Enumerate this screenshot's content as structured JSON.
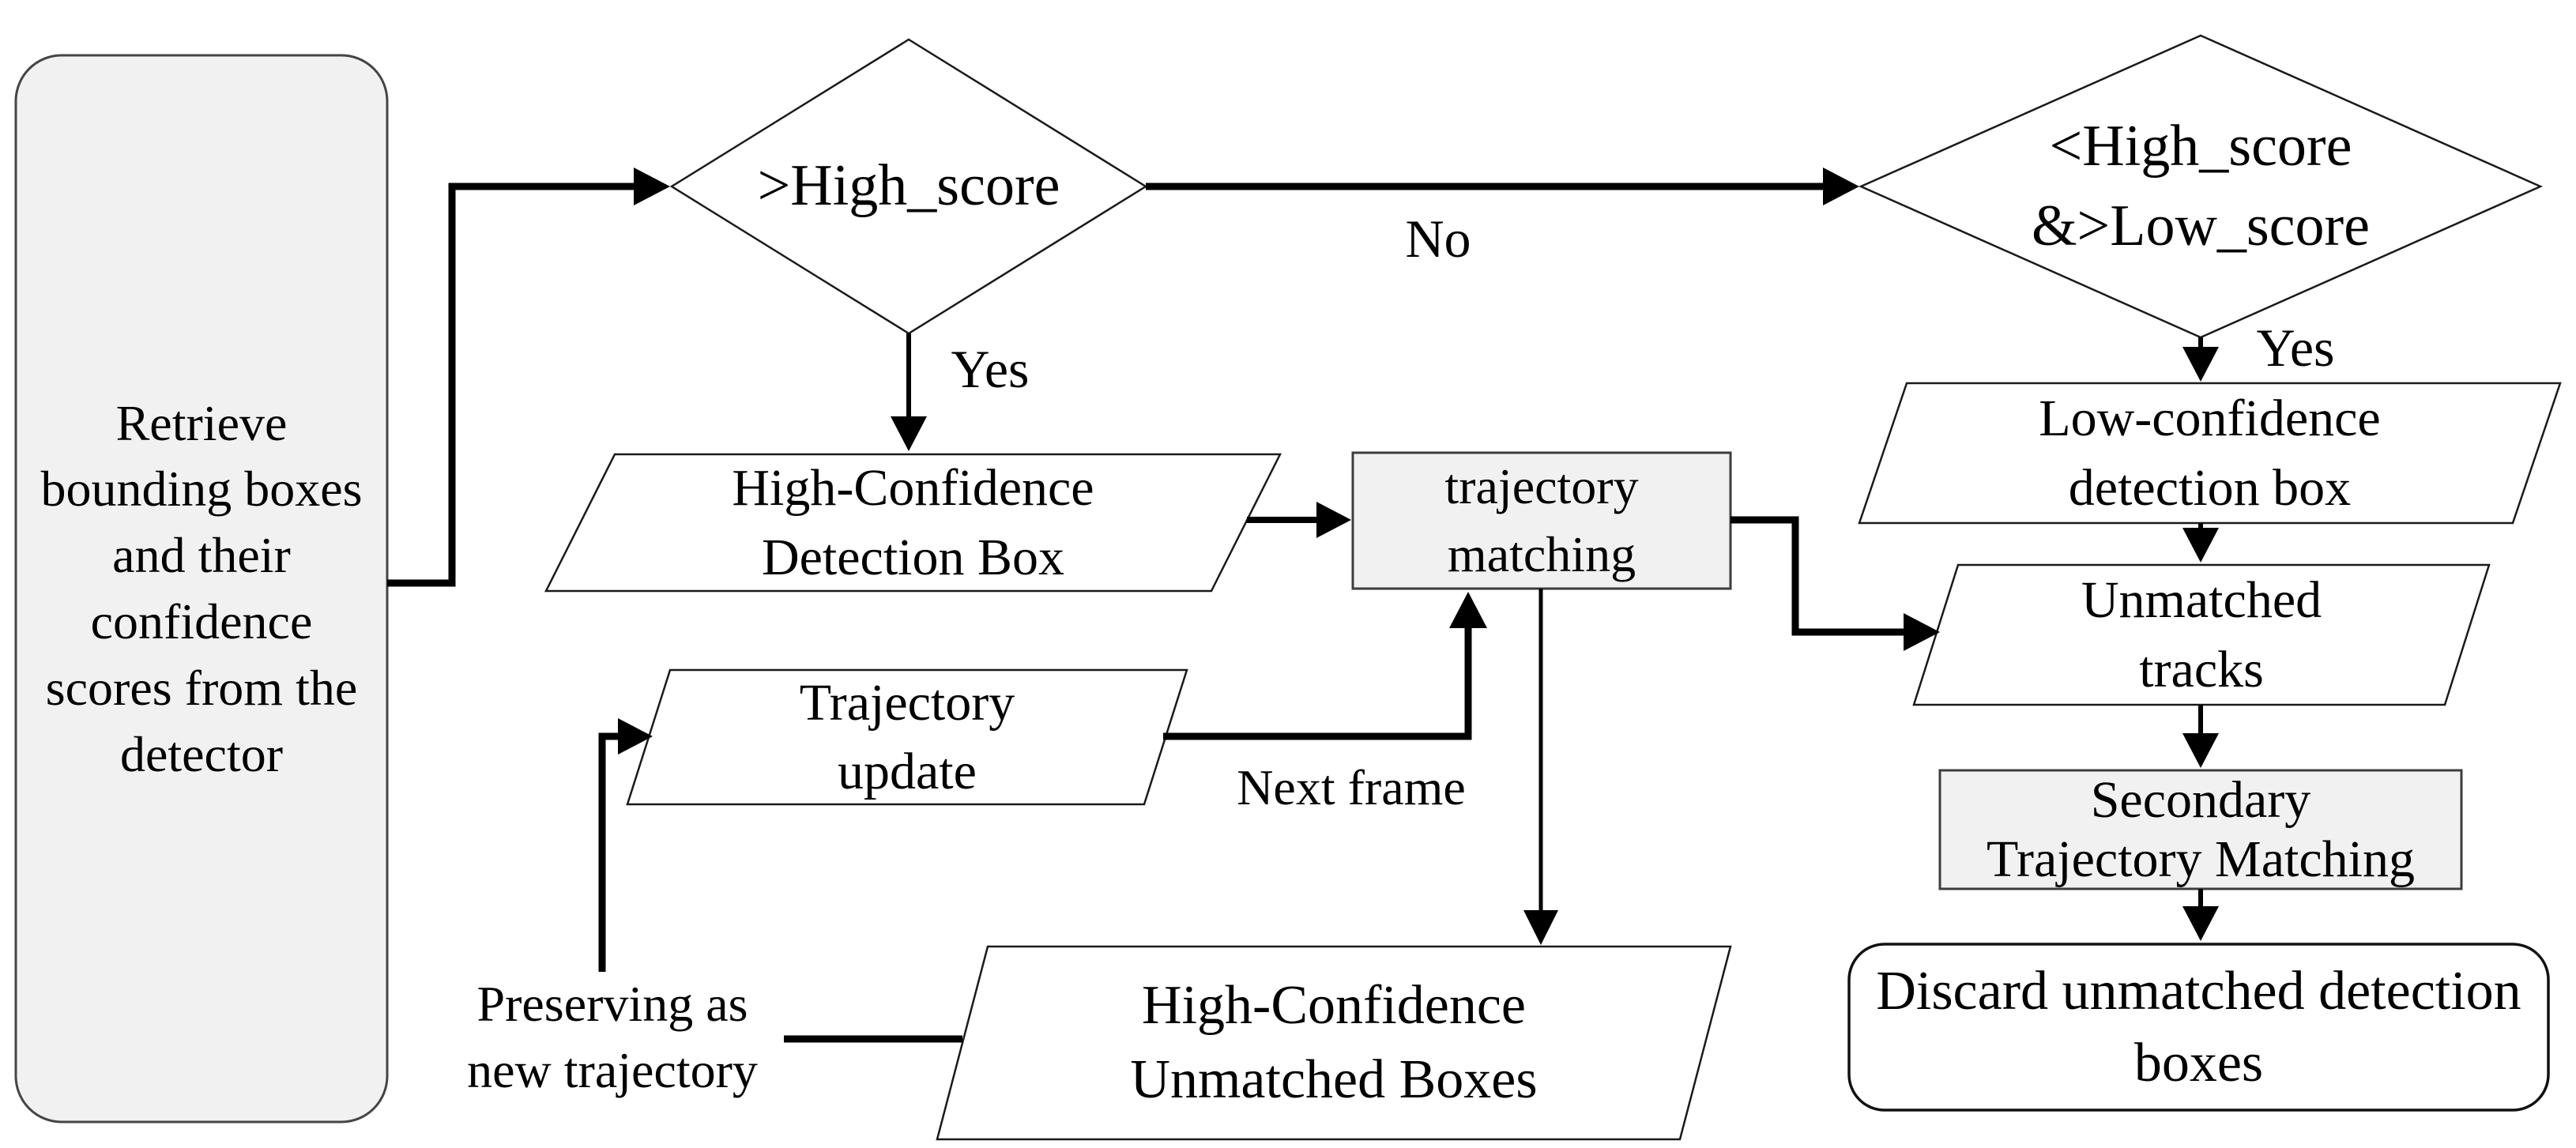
{
  "diagram": {
    "type": "flowchart",
    "colors": {
      "background": "#ffffff",
      "shape_fill": "#ffffff",
      "highlight_fill": "#f1f1f1",
      "stroke": "#000000",
      "process_border": "#3d3d3d"
    },
    "nodes": {
      "retrieve": {
        "shape": "rounded-rect",
        "label": "Retrieve\nbounding boxes\nand their\nconfidence\nscores from the\ndetector"
      },
      "high_score_decision": {
        "shape": "diamond",
        "label": ">High_score"
      },
      "low_score_decision": {
        "shape": "diamond",
        "label": "<High_score\n&>Low_score"
      },
      "high_confidence_detection_box": {
        "shape": "parallelogram",
        "label": "High-Confidence\nDetection Box"
      },
      "trajectory_matching": {
        "shape": "process",
        "label": "trajectory\nmatching"
      },
      "low_confidence_detection_box": {
        "shape": "parallelogram",
        "label": "Low-confidence\ndetection box"
      },
      "unmatched_tracks": {
        "shape": "parallelogram",
        "label": "Unmatched\ntracks"
      },
      "secondary_trajectory_matching": {
        "shape": "process",
        "label": "Secondary\nTrajectory Matching"
      },
      "discard_unmatched": {
        "shape": "rounded-rect",
        "label": "Discard unmatched detection\nboxes"
      },
      "trajectory_update": {
        "shape": "parallelogram",
        "label": "Trajectory\nupdate"
      },
      "high_confidence_unmatched_boxes": {
        "shape": "parallelogram",
        "label": "High-Confidence\nUnmatched Boxes"
      },
      "preserving_new_trajectory": {
        "shape": "text",
        "label": "Preserving as\nnew trajectory"
      }
    },
    "edge_labels": {
      "no": "No",
      "yes_high": "Yes",
      "yes_low": "Yes",
      "next_frame": "Next frame"
    }
  }
}
